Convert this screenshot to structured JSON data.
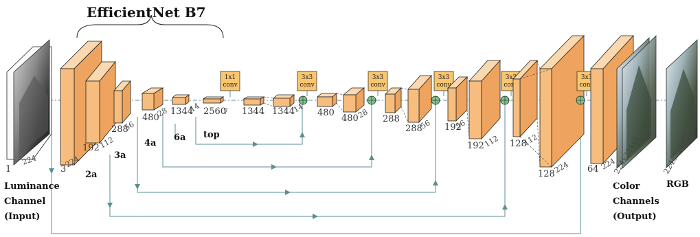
{
  "title": "EfficientNet B7",
  "input": {
    "dim_channels": "1",
    "dim_size": "224",
    "label_lines": [
      "Luminance",
      "Channel",
      "(Input)"
    ]
  },
  "encoder": {
    "blocks": [
      {
        "channels": "3",
        "size": "224",
        "stage": ""
      },
      {
        "channels": "192",
        "size": "112",
        "stage": "2a"
      },
      {
        "channels": "288",
        "size": "56",
        "stage": "3a"
      },
      {
        "channels": "480",
        "size": "28",
        "stage": "4a"
      },
      {
        "channels": "1344",
        "size": "14",
        "stage": "6a"
      },
      {
        "channels": "2560",
        "size": "7",
        "stage": "top"
      }
    ]
  },
  "bottleneck_conv": {
    "kernel": "1x1",
    "text": "conv"
  },
  "decoder": {
    "conv_blocks": [
      {
        "kernel": "3x3",
        "text": "conv"
      },
      {
        "kernel": "3x3",
        "text": "conv"
      },
      {
        "kernel": "3x3",
        "text": "conv"
      },
      {
        "kernel": "3x3",
        "text": "conv"
      },
      {
        "kernel": "3x3",
        "text": "conv"
      }
    ],
    "blocks": [
      {
        "channels": "1344",
        "size": ""
      },
      {
        "channels": "1344",
        "size": "14"
      },
      {
        "channels": "480",
        "size": ""
      },
      {
        "channels": "480",
        "size": "28"
      },
      {
        "channels": "288",
        "size": ""
      },
      {
        "channels": "288",
        "size": "56"
      },
      {
        "channels": "192",
        "size": "56"
      },
      {
        "channels": "192",
        "size": "112"
      },
      {
        "channels": "128",
        "size": "112"
      },
      {
        "channels": "128",
        "size": "224"
      },
      {
        "channels": "64",
        "size": "224"
      }
    ]
  },
  "output": {
    "dim": "224x224x2",
    "label_lines": [
      "Color",
      "Channels",
      "(Output)"
    ]
  },
  "rgb": {
    "dim": "224x224x3",
    "label": "RGB"
  },
  "colors": {
    "block_front": "#f6bd7e",
    "block_top": "#fbd9b0",
    "block_side": "#eea45e",
    "conv_box": "#f9c66f",
    "add_node": "#7cc58a",
    "arrow": "#5b8f90"
  }
}
